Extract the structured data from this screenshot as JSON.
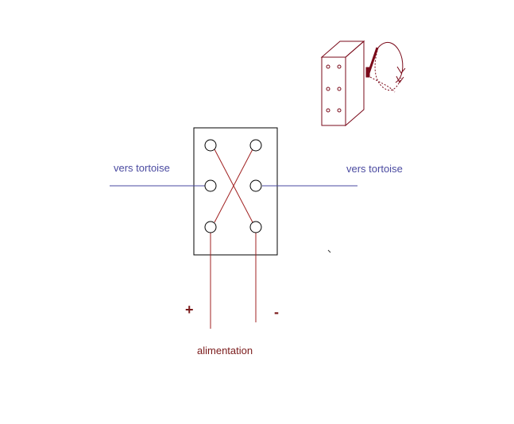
{
  "labels": {
    "left_output": "vers tortoise",
    "right_output": "vers tortoise",
    "plus": "+",
    "minus": "-",
    "power": "alimentation"
  },
  "colors": {
    "signal_wire": "#4a4aa0",
    "power_wire": "#a02020",
    "outline": "#000000",
    "sketch": "#7a0a1a"
  },
  "components": {
    "switch": "dpdt-switch-with-cross-wiring",
    "sketch": "toggle-switch-3d-icon"
  }
}
